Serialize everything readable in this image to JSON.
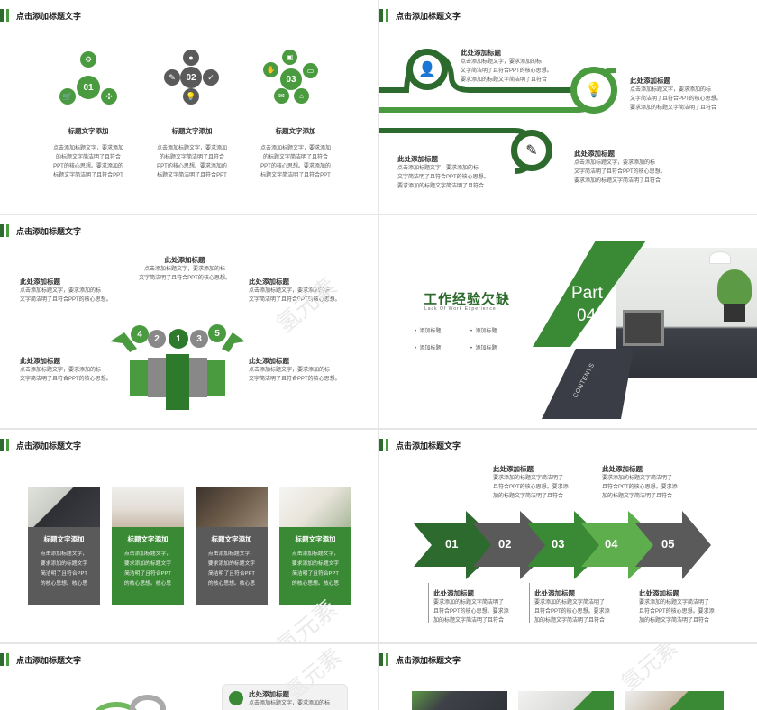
{
  "header_title": "点击添加标题文字",
  "slide1": {
    "groups": [
      {
        "num": "01",
        "title": "标题文字添加",
        "desc": [
          "点击添加标题文字，要求添加",
          "的标题文字简洁明了且符合",
          "PPT的核心思想。要求添加的",
          "标题文字简洁明了且符合PPT"
        ]
      },
      {
        "num": "02",
        "title": "标题文字添加",
        "desc": [
          "点击添加标题文字，要求添加",
          "的标题文字简洁明了且符合",
          "PPT的核心思想。要求添加的",
          "标题文字简洁明了且符合PPT"
        ]
      },
      {
        "num": "03",
        "title": "标题文字添加",
        "desc": [
          "点击添加标题文字，要求添加",
          "的标题文字简洁明了且符合",
          "PPT的核心思想。要求添加的",
          "标题文字简洁明了且符合PPT"
        ]
      }
    ]
  },
  "slide2": {
    "items": [
      {
        "title": "此处添加标题",
        "desc": [
          "点击添加标题文字，要求添加的标",
          "文字简洁明了且符合PPT的核心思想。",
          "要求添加的标题文字简洁明了且符合"
        ]
      },
      {
        "title": "此处添加标题",
        "desc": [
          "点击添加标题文字，要求添加的标",
          "文字简洁明了且符合PPT的核心思想。",
          "要求添加的标题文字简洁明了且符合"
        ]
      },
      {
        "title": "此处添加标题",
        "desc": [
          "点击添加标题文字，要求添加的标",
          "文字简洁明了且符合PPT的核心思想。",
          "要求添加的标题文字简洁明了且符合"
        ]
      },
      {
        "title": "此处添加标题",
        "desc": [
          "点击添加标题文字，要求添加的标",
          "文字简洁明了且符合PPT的核心思想。",
          "要求添加的标题文字简洁明了且符合"
        ]
      }
    ]
  },
  "slide3": {
    "top": {
      "title": "此处添加标题",
      "desc": [
        "点击添加标题文字，要求添加的标",
        "文字简洁明了且符合PPT的核心思想。"
      ]
    },
    "left_top": {
      "title": "此处添加标题",
      "desc": [
        "点击添加标题文字，要求添加的标",
        "文字简洁明了且符合PPT的核心思想。"
      ]
    },
    "right_top": {
      "title": "此处添加标题",
      "desc": [
        "点击添加标题文字，要求添加的标",
        "文字简洁明了且符合PPT的核心思想。"
      ]
    },
    "left_bottom": {
      "title": "此处添加标题",
      "desc": [
        "点击添加标题文字，要求添加的标",
        "文字简洁明了且符合PPT的核心思想。"
      ]
    },
    "right_bottom": {
      "title": "此处添加标题",
      "desc": [
        "点击添加标题文字，要求添加的标",
        "文字简洁明了且符合PPT的核心思想。"
      ]
    },
    "numbers": [
      "4",
      "2",
      "1",
      "3",
      "5"
    ]
  },
  "slide4": {
    "title": "工作经验欠缺",
    "subtitle": "Lack Of Work Experience",
    "bullets": [
      "添加标题",
      "添加标题",
      "添加标题",
      "添加标题"
    ],
    "part": "Part",
    "part_num": "04",
    "contents": "CONTENTS"
  },
  "slide5": {
    "cards": [
      {
        "title": "标题文字添加",
        "desc": [
          "点击添加标题文字，",
          "要求添加的标题文字",
          "简洁明了且符合PPT",
          "的核心思想。核心思"
        ]
      },
      {
        "title": "标题文字添加",
        "desc": [
          "点击添加标题文字，",
          "要求添加的标题文字",
          "简洁明了且符合PPT",
          "的核心思想。核心思"
        ]
      },
      {
        "title": "标题文字添加",
        "desc": [
          "点击添加标题文字，",
          "要求添加的标题文字",
          "简洁明了且符合PPT",
          "的核心思想。核心思"
        ]
      },
      {
        "title": "标题文字添加",
        "desc": [
          "点击添加标题文字，",
          "要求添加的标题文字",
          "简洁明了且符合PPT",
          "的核心思想。核心思"
        ]
      }
    ]
  },
  "slide6": {
    "arrows": [
      "01",
      "02",
      "03",
      "04",
      "05"
    ],
    "top": [
      {
        "title": "此处添加标题",
        "desc": [
          "要求添加的标题文字简洁明了",
          "且符合PPT的核心思想。要求添",
          "加的标题文字简洁明了且符合"
        ]
      },
      {
        "title": "此处添加标题",
        "desc": [
          "要求添加的标题文字简洁明了",
          "且符合PPT的核心思想。要求添",
          "加的标题文字简洁明了且符合"
        ]
      }
    ],
    "bottom": [
      {
        "title": "此处添加标题",
        "desc": [
          "要求添加的标题文字简洁明了",
          "且符合PPT的核心思想。要求添",
          "加的标题文字简洁明了且符合"
        ]
      },
      {
        "title": "此处添加标题",
        "desc": [
          "要求添加的标题文字简洁明了",
          "且符合PPT的核心思想。要求添",
          "加的标题文字简洁明了且符合"
        ]
      },
      {
        "title": "此处添加标题",
        "desc": [
          "要求添加的标题文字简洁明了",
          "且符合PPT的核心思想。要求添",
          "加的标题文字简洁明了且符合"
        ]
      }
    ]
  },
  "slide7": {
    "item": {
      "title": "此处添加标题",
      "desc": "点击添加标题文字，要求添加的标"
    }
  },
  "watermark": "氢元素",
  "colors": {
    "dark_green": "#2d6a2d",
    "green": "#4a9a3f",
    "light_green": "#5fae4e",
    "gray": "#5a5a5a",
    "dark": "#3a3d45"
  }
}
